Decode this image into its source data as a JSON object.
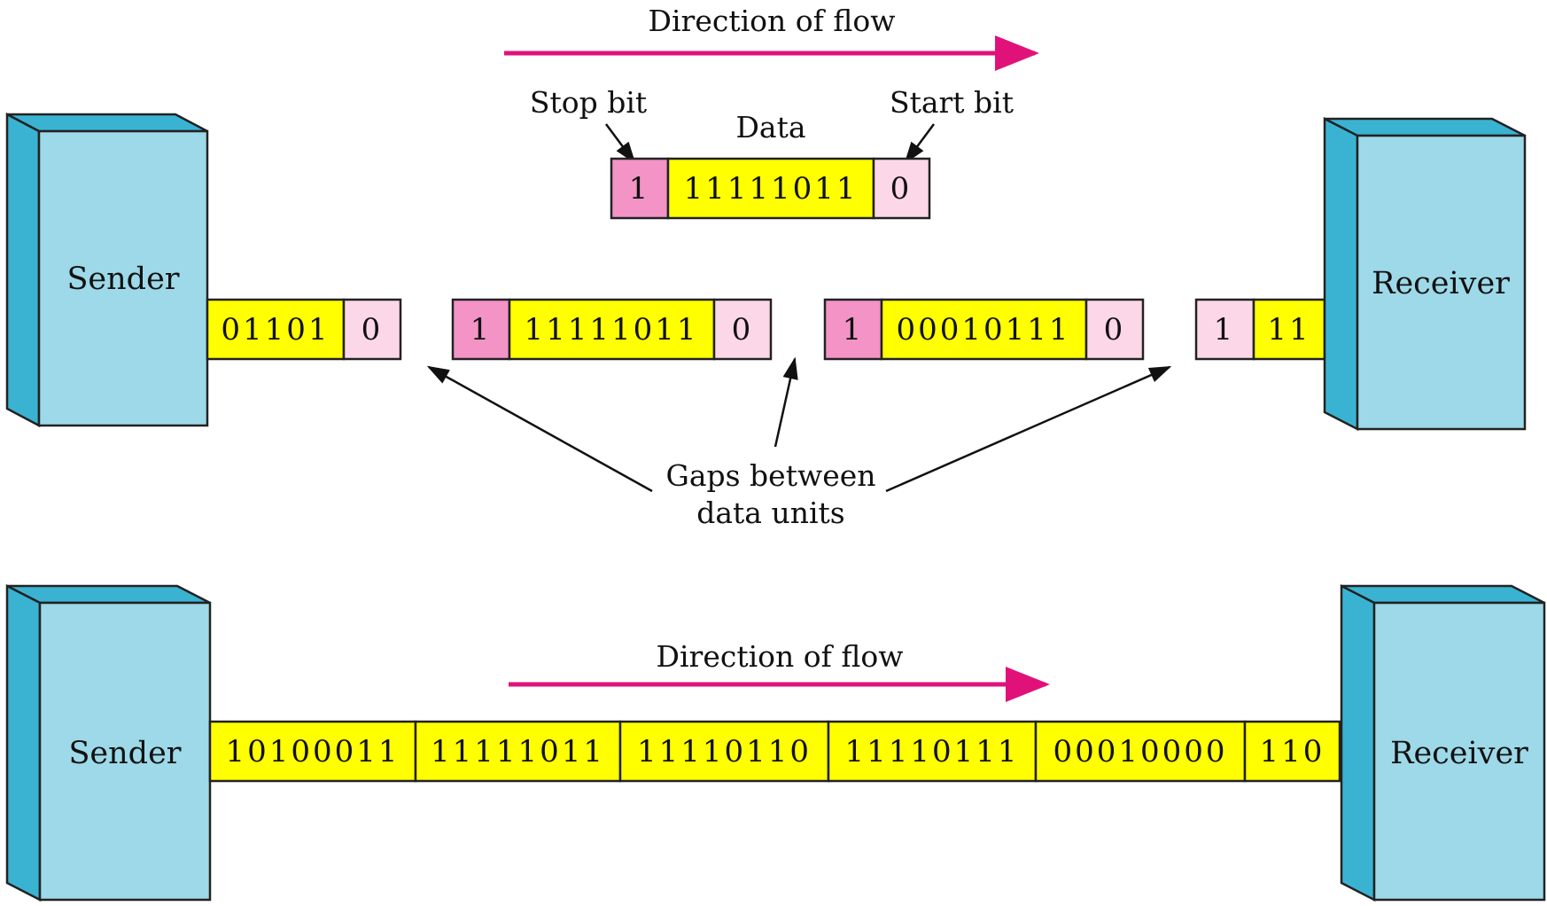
{
  "colors": {
    "flow_arrow": "#e0127a",
    "box_front": "#9dd9e8",
    "box_side": "#3ab3d3",
    "data_field": "#ffff00",
    "stop_bit": "#f393c6",
    "start_bit": "#fcd7e8",
    "outline": "#222222"
  },
  "async": {
    "direction_label": "Direction of flow",
    "stop_bit_label": "Stop bit",
    "data_label": "Data",
    "start_bit_label": "Start bit",
    "example_frame": {
      "stop": "1",
      "data": "11111011",
      "start": "0"
    },
    "sender_label": "Sender",
    "receiver_label": "Receiver",
    "sender_stream": {
      "data": "01101",
      "start": "0"
    },
    "frame_1": {
      "stop": "1",
      "data": "11111011",
      "start": "0"
    },
    "frame_2": {
      "stop": "1",
      "data": "00010111",
      "start": "0"
    },
    "receiver_stream": {
      "start": "1",
      "data": "11"
    },
    "gaps_label_line1": "Gaps between",
    "gaps_label_line2": "data units"
  },
  "sync": {
    "direction_label": "Direction of flow",
    "sender_label": "Sender",
    "receiver_label": "Receiver",
    "segments": [
      "10100011",
      "11111011",
      "11110110",
      "11110111",
      "00010000",
      "110"
    ]
  }
}
